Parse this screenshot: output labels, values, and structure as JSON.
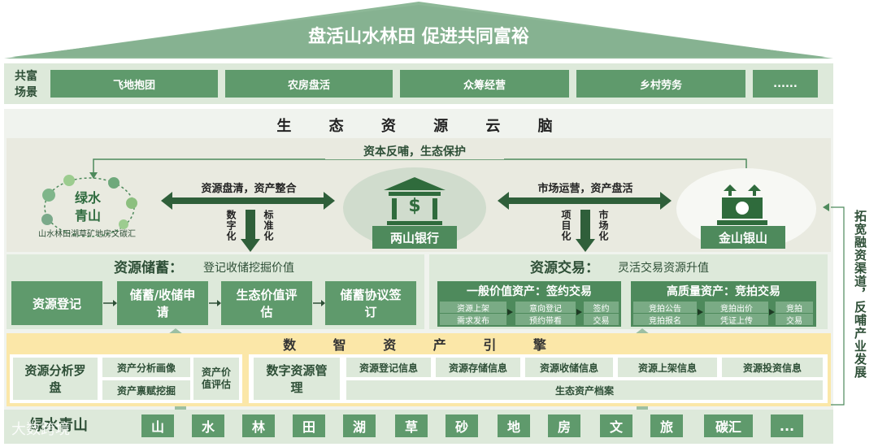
{
  "roof_title": "盘活山水林田 促进共同富裕",
  "scenes": {
    "label_line1": "共富",
    "label_line2": "场景",
    "items": [
      "飞地抱团",
      "农房盘活",
      "众筹经营",
      "乡村劳务",
      "......"
    ]
  },
  "cloud_brain": "生 态 资 源 云 脑",
  "feedback": "资本反哺，生态保护",
  "left_circle": {
    "title_line1": "绿水",
    "title_line2": "青山",
    "arc_text": "山水林田湖草矿地房文碳汇"
  },
  "left_arrow_label": "资源盘清，资产整合",
  "left_down_1": "数字化",
  "left_down_2": "标准化",
  "bank": "两山银行",
  "right_arrow_label": "市场运营，资产盘活",
  "right_down_1": "项目化",
  "right_down_2": "市场化",
  "gold": "金山银山",
  "storage": {
    "title": "资源储蓄：",
    "subtitle": "登记收储挖掘价值",
    "steps": [
      "资源登记",
      "储蓄/收储申请",
      "生态价值评估",
      "储蓄协议签订"
    ]
  },
  "trade": {
    "title": "资源交易：",
    "subtitle": "灵活交易资源升值",
    "general": {
      "title": "一般价值资产：签约交易",
      "cells": [
        "资源上架",
        "需求发布",
        "意向登记",
        "预约带看",
        "签约",
        "交易"
      ]
    },
    "quality": {
      "title": "高质量资产：竞拍交易",
      "cells": [
        "竞拍公告",
        "竞拍报名",
        "竞拍出价",
        "凭证上传",
        "竞拍",
        "交易"
      ]
    }
  },
  "engine": "数 智 资 产 引 擎",
  "engine_left": {
    "lopan": "资源分析罗盘",
    "portrait": "资产分析画像",
    "mining": "资产禀赋挖掘",
    "eval": "资产价值评估"
  },
  "engine_right": {
    "mgmt": "数字资源管理",
    "infos": [
      "资源登记信息",
      "资源存储信息",
      "资源收储信息",
      "资源上架信息",
      "资源投资信息"
    ],
    "archive": "生态资产档案"
  },
  "foundation": {
    "title": "绿水青山",
    "items": [
      "山",
      "水",
      "林",
      "田",
      "湖",
      "草",
      "砂",
      "地",
      "房",
      "文",
      "旅",
      "碳汇",
      "..."
    ]
  },
  "side_text": "拓宽融资渠道，反哺产业发展",
  "watermark": "大数跨境"
}
